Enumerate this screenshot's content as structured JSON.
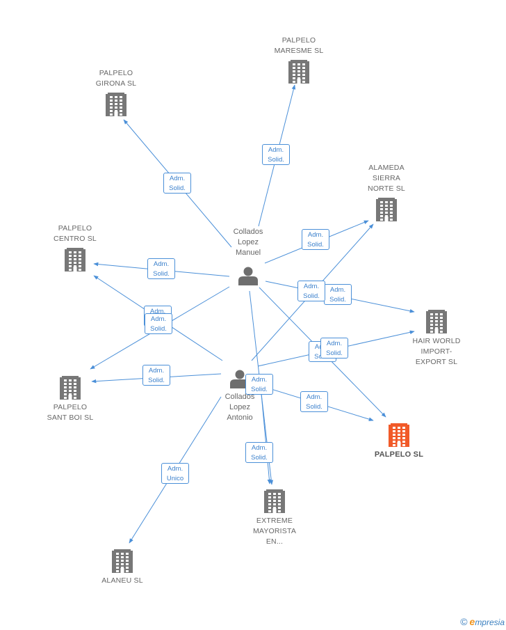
{
  "colors": {
    "edge": "#4a8fd8",
    "building": "#777777",
    "highlight": "#f15a29",
    "person": "#6e6e6e"
  },
  "companies": [
    {
      "id": "maresme",
      "lines": [
        "PALPELO",
        "MARESME SL"
      ],
      "icon": "building-icon"
    },
    {
      "id": "girona",
      "lines": [
        "PALPELO",
        "GIRONA SL"
      ],
      "icon": "building-icon"
    },
    {
      "id": "alameda",
      "lines": [
        "ALAMEDA",
        "SIERRA",
        "NORTE SL"
      ],
      "icon": "building-icon"
    },
    {
      "id": "centro",
      "lines": [
        "PALPELO",
        "CENTRO SL"
      ],
      "icon": "building-icon"
    },
    {
      "id": "hairworld",
      "lines": [
        "HAIR WORLD",
        "IMPORT-",
        "EXPORT SL"
      ],
      "icon": "building-icon"
    },
    {
      "id": "santboi",
      "lines": [
        "PALPELO",
        "SANT BOI SL"
      ],
      "icon": "building-icon"
    },
    {
      "id": "palpelo",
      "lines": [
        "PALPELO SL"
      ],
      "icon": "building-icon",
      "highlight": true
    },
    {
      "id": "extreme",
      "lines": [
        "EXTREME",
        "MAYORISTA",
        "EN..."
      ],
      "icon": "building-icon"
    },
    {
      "id": "alaneu",
      "lines": [
        "ALANEU SL"
      ],
      "icon": "building-icon"
    }
  ],
  "persons": [
    {
      "id": "manuel",
      "lines": [
        "Collados",
        "Lopez",
        "Manuel"
      ],
      "icon": "person-icon"
    },
    {
      "id": "antonio",
      "lines": [
        "Collados",
        "Lopez",
        "Antonio"
      ],
      "icon": "person-icon"
    }
  ],
  "relations": [
    {
      "from": "manuel",
      "to": "girona",
      "lines": [
        "Adm.",
        "Solid."
      ]
    },
    {
      "from": "manuel",
      "to": "maresme",
      "lines": [
        "Adm.",
        "Solid."
      ]
    },
    {
      "from": "manuel",
      "to": "alameda",
      "lines": [
        "Adm.",
        "Solid."
      ]
    },
    {
      "from": "manuel",
      "to": "centro",
      "lines": [
        "Adm.",
        "Solid."
      ]
    },
    {
      "from": "manuel",
      "to": "hairworld",
      "lines": [
        "Adm.",
        "Solid."
      ]
    },
    {
      "from": "manuel",
      "to": "santboi",
      "lines": [
        "Adm.",
        "Solid."
      ]
    },
    {
      "from": "manuel",
      "to": "palpelo",
      "lines": [
        "Adm.",
        "Solid."
      ]
    },
    {
      "from": "manuel",
      "to": "extreme",
      "lines": [
        "Adm.",
        "Solid."
      ]
    },
    {
      "from": "antonio",
      "to": "alameda",
      "lines": [
        "Adm.",
        "Solid."
      ]
    },
    {
      "from": "antonio",
      "to": "centro",
      "lines": [
        "Adm.",
        "Solid."
      ]
    },
    {
      "from": "antonio",
      "to": "hairworld",
      "lines": [
        "Adm.",
        "Solid."
      ]
    },
    {
      "from": "antonio",
      "to": "santboi",
      "lines": [
        "Adm.",
        "Solid."
      ]
    },
    {
      "from": "antonio",
      "to": "palpelo",
      "lines": [
        "Adm.",
        "Solid."
      ]
    },
    {
      "from": "antonio",
      "to": "extreme",
      "lines": [
        "Adm.",
        "Solid."
      ]
    },
    {
      "from": "antonio",
      "to": "alaneu",
      "lines": [
        "Adm.",
        "Unico"
      ]
    }
  ],
  "footer": {
    "copyright": "©",
    "brand_initial": "e",
    "brand_rest": "mpresia"
  }
}
